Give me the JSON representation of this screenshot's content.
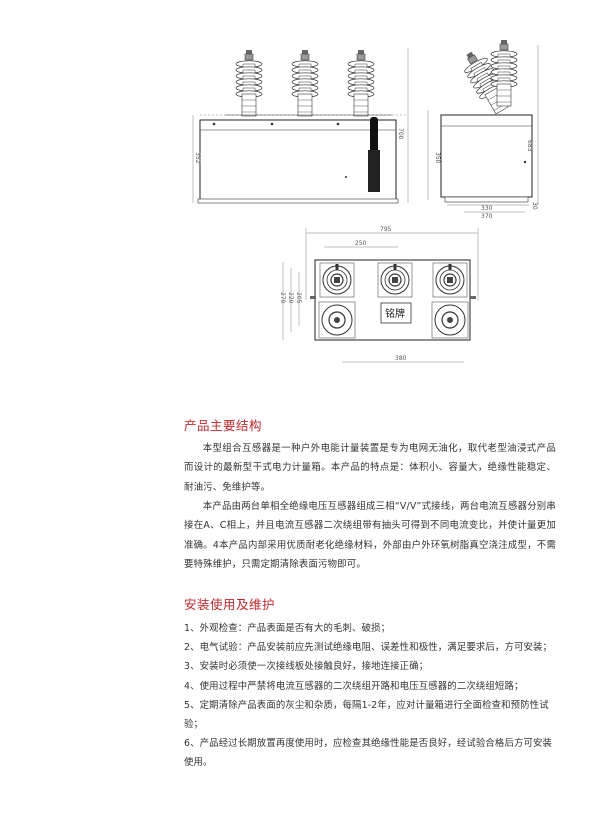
{
  "drawing": {
    "front_dims": {
      "height_total": "700",
      "height_body": "352"
    },
    "side_dims": {
      "height_total": "683",
      "height_body": "350",
      "width_a": "330",
      "width_b": "370",
      "side_small": "30"
    },
    "top_dims": {
      "width_total": "795",
      "span": "250",
      "depth_a": "270",
      "depth_b": "220",
      "depth_c": "205",
      "bottom": "380"
    },
    "nameplate_label": "铭牌"
  },
  "section1": {
    "title": "产品主要结构",
    "para1": "本型组合互感器是一种户外电能计量装置是专为电网无油化，取代老型油浸式产品而设计的最新型干式电力计量箱。本产品的特点是：体积小、容量大，绝缘性能稳定、耐油污、免维护等。",
    "para2": "本产品由两台单相全绝缘电压互感器组成三相“V/V”式接线，两台电流互感器分别串接在A、C相上，并且电流互感器二次绕组带有抽头可得到不同电流变比，并使计量更加准确。4本产品内部采用优质耐老化绝缘材料，外部由户外环氧树脂真空浇注成型，不需要特殊维护，只需定期清除表面污物即可。"
  },
  "section2": {
    "title": "安装使用及维护",
    "items": [
      "1、外观检查：产品表面是否有大的毛刺、破损；",
      "2、电气试验：产品安装前应先测试绝缘电阻、误差性和极性，满足要求后，方可安装；",
      "3、安装时必须使一次接线板处接触良好，接地连接正确；",
      "4、使用过程中严禁将电流互感器的二次绕组开路和电压互感器的二次绕组短路；",
      "5、定期清除产品表面的灰尘和杂质，每隔1-2年，应对计量箱进行全面检查和预防性试验；",
      "6、产品经过长期放置再度使用时，应检查其绝缘性能是否良好，经试验合格后方可安装使用。"
    ]
  }
}
